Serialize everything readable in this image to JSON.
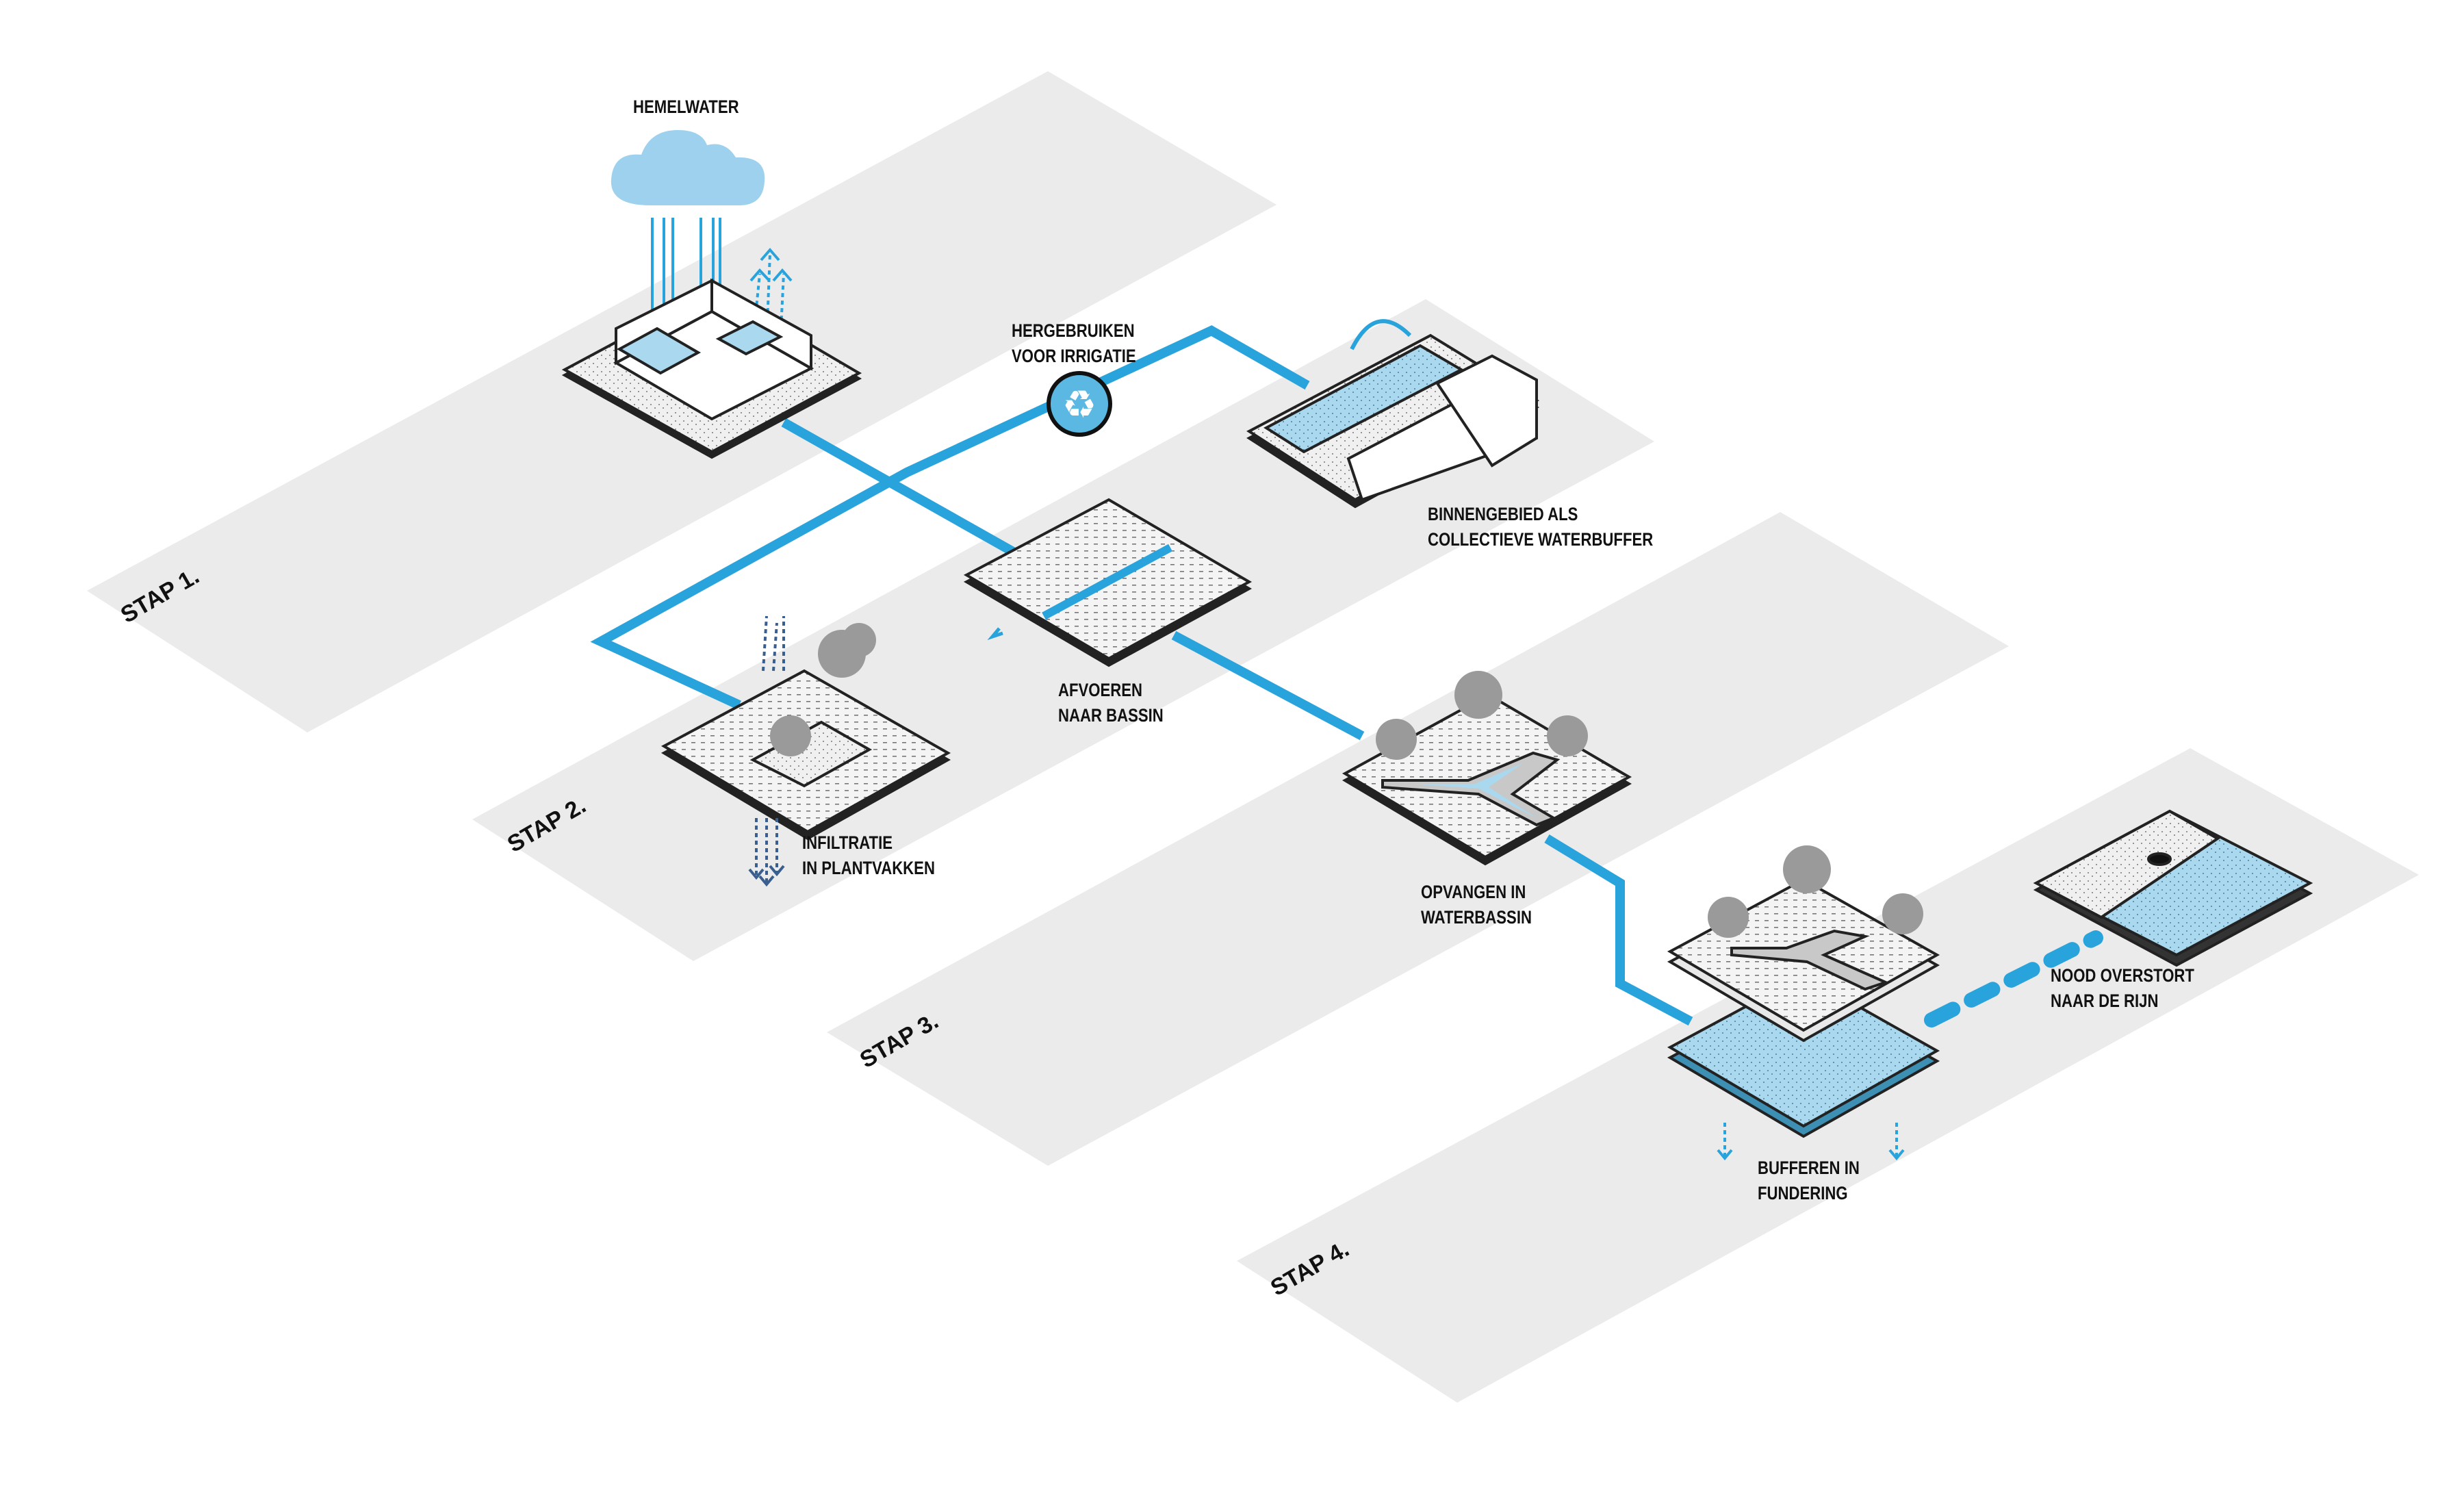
{
  "title": "Water management steps diagram",
  "colors": {
    "band": "#ebebeb",
    "pipe": "#29a3dc",
    "cloud": "#9dd1ed",
    "water": "#a9d8ef",
    "water_dark": "#3d8fb3",
    "block_top": "#f4f4f4",
    "block_edge": "#222222",
    "tree": "#9a9a9a",
    "infiltration_arrow": "#3a5f8f",
    "text": "#111111"
  },
  "steps": [
    {
      "label": "STAP 1."
    },
    {
      "label": "STAP 2."
    },
    {
      "label": "STAP 3."
    },
    {
      "label": "STAP 4."
    }
  ],
  "labels": {
    "rain": "HEMELWATER",
    "reuse": [
      "HERGEBRUIKEN",
      "VOOR IRRIGATIE"
    ],
    "courtyard": [
      "BINNENGEBIED ALS",
      "COLLECTIEVE WATERBUFFER"
    ],
    "drain": [
      "AFVOEREN",
      "NAAR BASSIN"
    ],
    "infiltration": [
      "INFILTRATIE",
      "IN PLANTVAKKEN"
    ],
    "basin": [
      "OPVANGEN IN",
      "WATERBASSIN"
    ],
    "overflow": [
      "NOOD OVERSTORT",
      "NAAR DE RIJN"
    ],
    "buffer": [
      "BUFFEREN IN",
      "FUNDERING"
    ]
  },
  "icons": {
    "recycle": "recycle-icon",
    "cloud": "cloud-icon"
  }
}
